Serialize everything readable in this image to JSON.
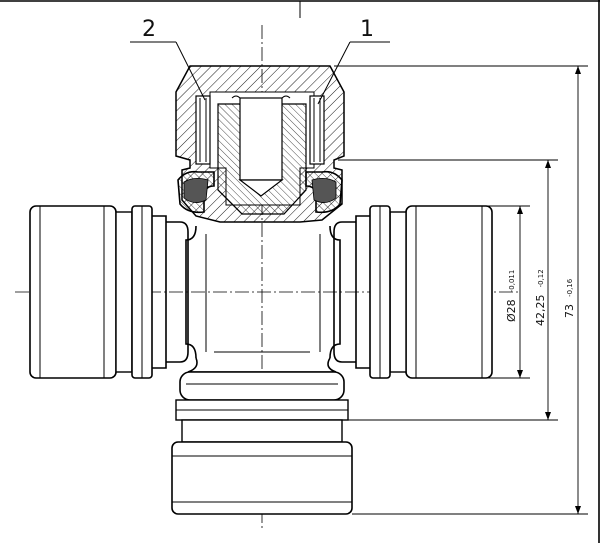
{
  "callouts": {
    "part_2": "2",
    "part_1": "1"
  },
  "dimensions": {
    "d1": {
      "value": "Ø28",
      "tolerance": "-0,011"
    },
    "d2": {
      "value": "42,25",
      "tolerance": "-0,12"
    },
    "d3": {
      "value": "73",
      "tolerance": "-0,16"
    }
  }
}
